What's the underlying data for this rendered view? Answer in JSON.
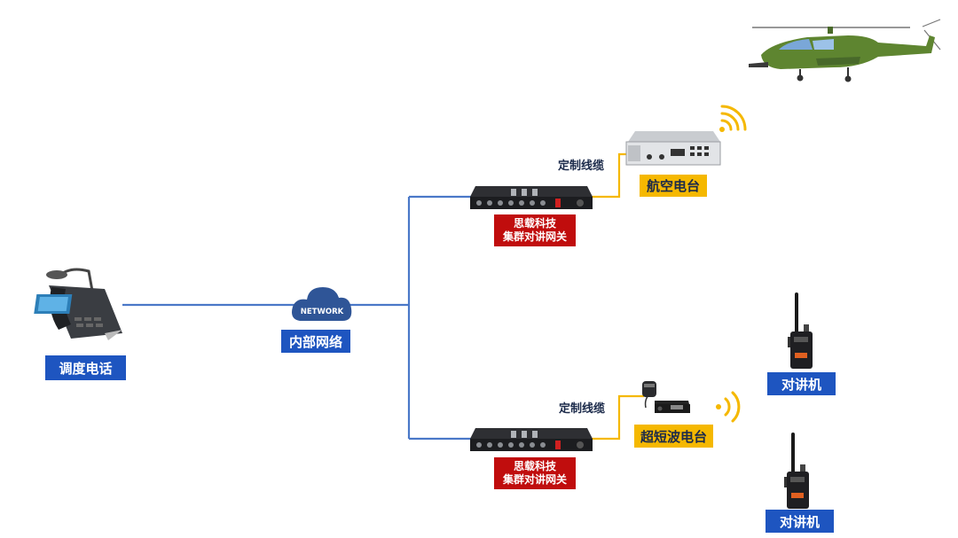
{
  "nodes": {
    "phone_label": "调度电话",
    "network_cloud_text": "NETWORK",
    "network_label": "内部网络",
    "gateway_top": [
      "思载科技",
      "集群对讲网关"
    ],
    "gateway_bottom": [
      "思载科技",
      "集群对讲网关"
    ],
    "aviation_radio_label": "航空电台",
    "vhf_radio_label": "超短波电台",
    "walkie_top_label": "对讲机",
    "walkie_bottom_label": "对讲机",
    "cable_top_label": "定制线缆",
    "cable_bottom_label": "定制线缆"
  },
  "colors": {
    "blue_line": "#4a78c8",
    "yellow_line": "#f5b800",
    "label_blue": "#1e55c0",
    "label_red": "#c00d0d",
    "label_yellow": "#f5b800"
  }
}
